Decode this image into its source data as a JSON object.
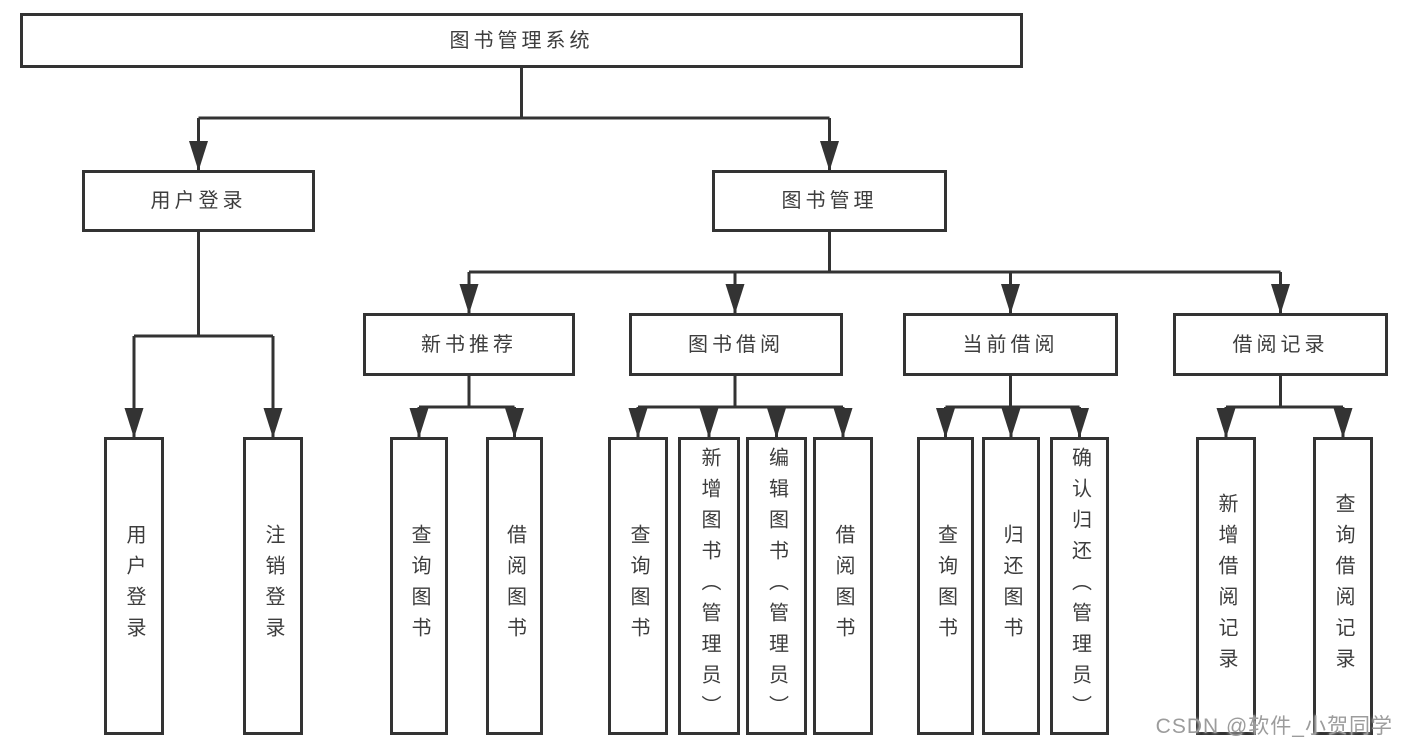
{
  "diagram": {
    "root": {
      "label": "图书管理系统"
    },
    "level2": [
      {
        "label": "用户登录"
      },
      {
        "label": "图书管理"
      }
    ],
    "level3": [
      {
        "label": "新书推荐"
      },
      {
        "label": "图书借阅"
      },
      {
        "label": "当前借阅"
      },
      {
        "label": "借阅记录"
      }
    ],
    "leaves": [
      {
        "label": "用户登录"
      },
      {
        "label": "注销登录"
      },
      {
        "label": "查询图书"
      },
      {
        "label": "借阅图书"
      },
      {
        "label": "查询图书"
      },
      {
        "label": "新增图书（管理员）"
      },
      {
        "label": "编辑图书（管理员）"
      },
      {
        "label": "借阅图书"
      },
      {
        "label": "查询图书"
      },
      {
        "label": "归还图书"
      },
      {
        "label": "确认归还（管理员）"
      },
      {
        "label": "新增借阅记录"
      },
      {
        "label": "查询借阅记录"
      }
    ],
    "colors": {
      "line": "#333333",
      "text": "#3d3d3d",
      "watermark": "#9c9c9c",
      "background": "#ffffff"
    },
    "watermark": "CSDN @软件_小贺同学"
  }
}
